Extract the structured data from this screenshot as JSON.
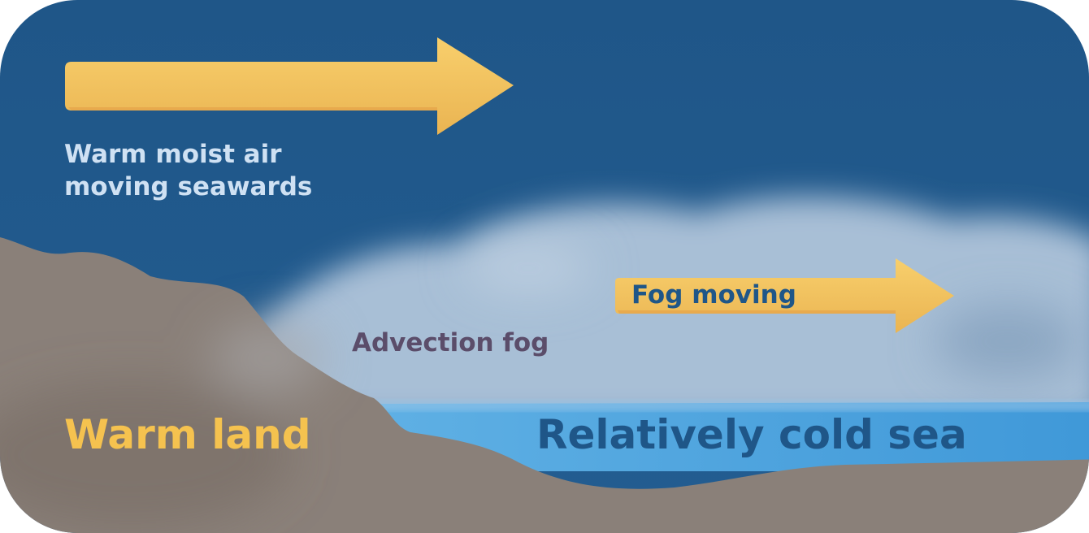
{
  "labels": {
    "air_line1": "Warm moist air",
    "air_line2": "moving seawards",
    "advection_fog": "Advection fog",
    "fog_moving": "Fog moving",
    "warm_land": "Warm land",
    "cold_sea": "Relatively cold sea"
  },
  "colors": {
    "sky": "#1f5688",
    "fog": "#b4c8dc",
    "land": "#8a8079",
    "sea": "#4aa0dc",
    "arrow": "#f2c15a",
    "air_text": "#cfe1f3",
    "fog_text": "#5b4d6a",
    "fog_moving_text": "#1f5688",
    "land_text": "#f5c24f",
    "sea_text": "#1f5688"
  }
}
